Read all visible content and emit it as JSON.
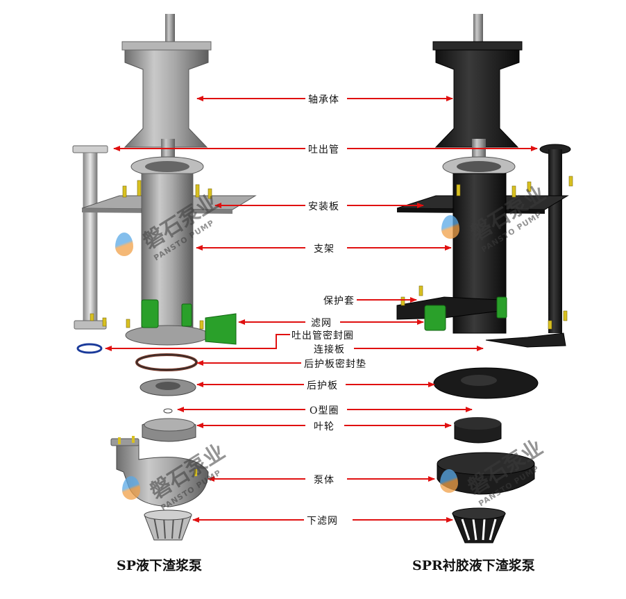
{
  "labels": {
    "bearing_housing": "轴承体",
    "discharge_pipe": "吐出管",
    "mounting_plate": "安装板",
    "column": "支架",
    "protective_sleeve": "保护套",
    "strainer": "滤网",
    "discharge_pipe_seal": "吐出管密封圈",
    "connecting_plate": "连接板",
    "back_plate_gasket": "后护板密封垫",
    "back_plate": "后护板",
    "o_ring": "O型圈",
    "impeller": "叶轮",
    "pump_casing": "泵体",
    "lower_strainer": "下滤网"
  },
  "titles": {
    "left": "SP液下渣浆泵",
    "right": "SPR衬胶液下渣浆泵"
  },
  "watermark": {
    "brand": "磐石泵业",
    "brand_en": "PANSTO PUMP"
  },
  "colors": {
    "arrow": "#e01010",
    "steel": "#9a9a9a",
    "rubber": "#1c1c1c",
    "strainer": "#2aa02a"
  }
}
